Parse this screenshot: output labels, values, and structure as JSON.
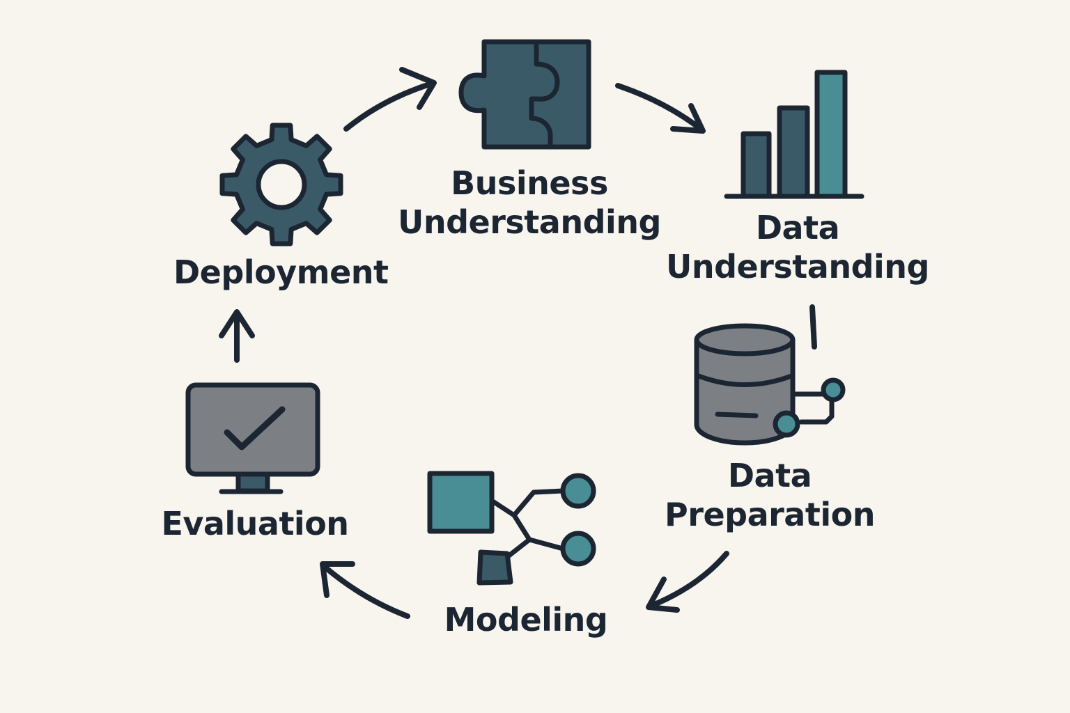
{
  "colors": {
    "background": "#f8f4ee",
    "outline": "#1c2633",
    "dark_teal": "#3b5a68",
    "teal": "#4a8e95",
    "gray": "#7c8084"
  },
  "stages": [
    {
      "id": "business-understanding",
      "icon": "puzzle-icon",
      "lines": [
        "Business",
        "Understanding"
      ]
    },
    {
      "id": "data-understanding",
      "icon": "bar-chart-icon",
      "lines": [
        "Data",
        "Understanding"
      ]
    },
    {
      "id": "data-preparation",
      "icon": "database-icon",
      "lines": [
        "Data",
        "Preparation"
      ]
    },
    {
      "id": "modeling",
      "icon": "model-graph-icon",
      "lines": [
        "Modeling"
      ]
    },
    {
      "id": "evaluation",
      "icon": "monitor-check-icon",
      "lines": [
        "Evaluation"
      ]
    },
    {
      "id": "deployment",
      "icon": "gear-icon",
      "lines": [
        "Deployment"
      ]
    }
  ]
}
